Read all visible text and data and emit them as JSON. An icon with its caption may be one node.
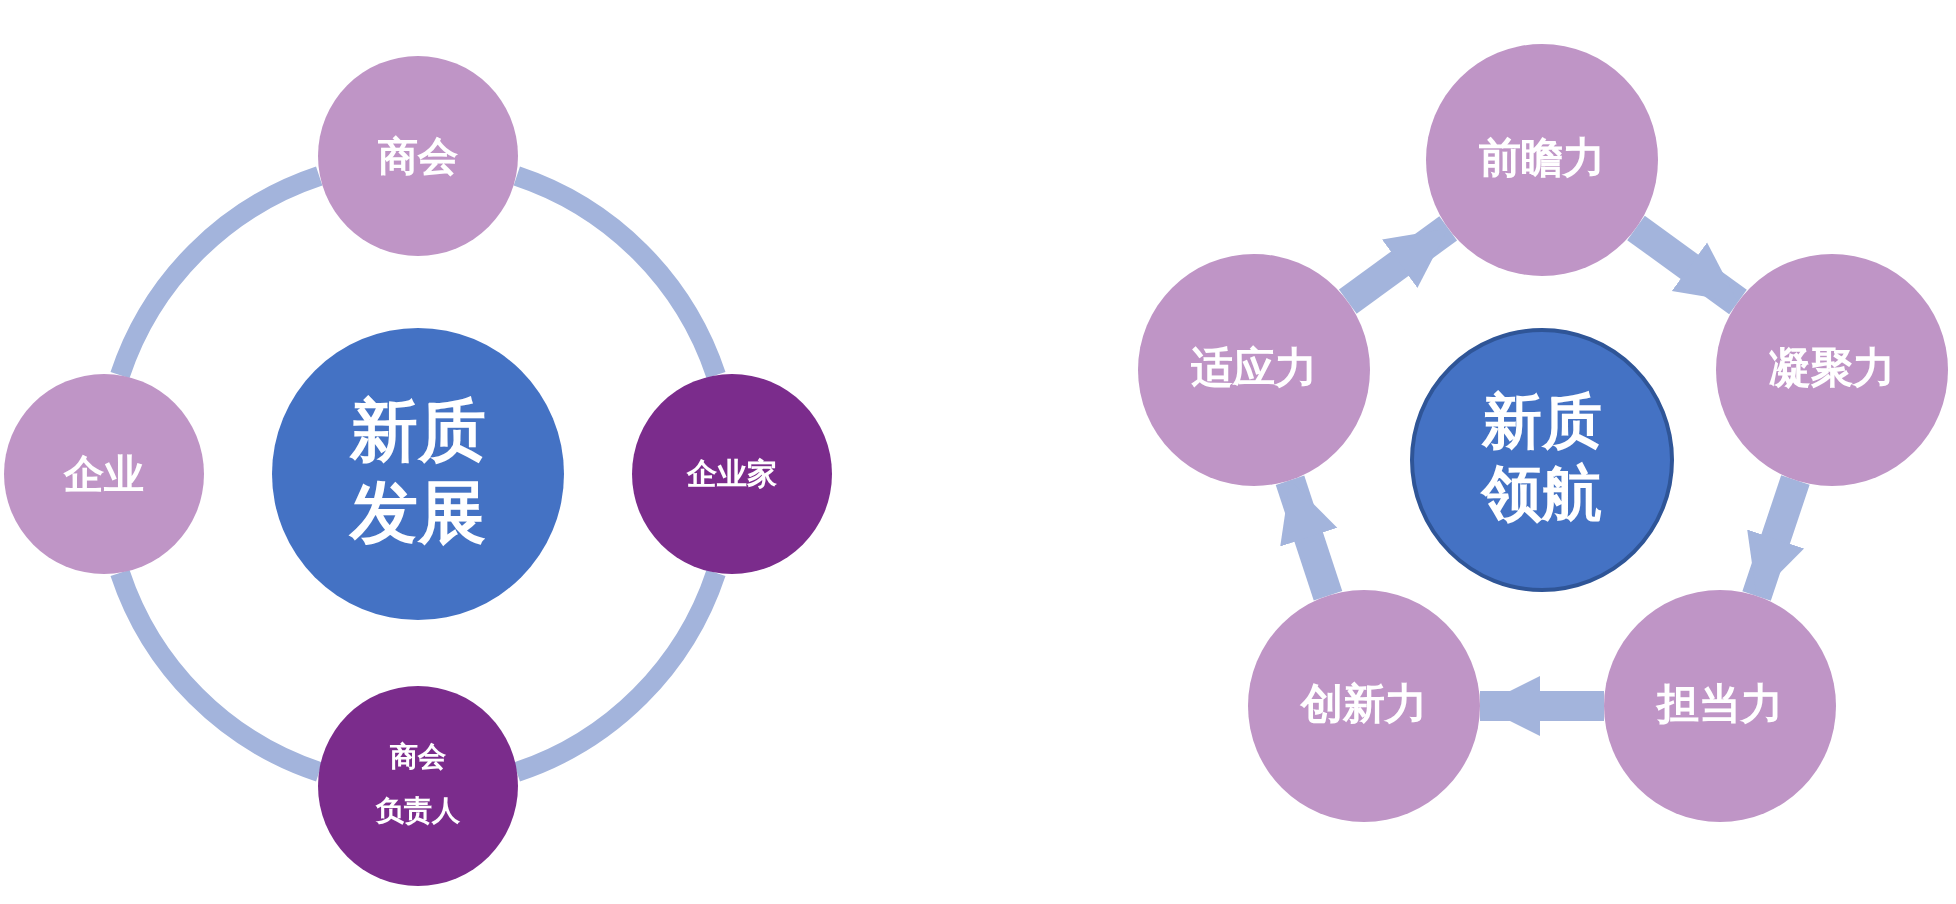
{
  "diagram": {
    "nodes": [
      {
        "text": [
          "新质发展"
        ]
      },
      {
        "text": [
          "商会"
        ]
      },
      {
        "text": [
          "企业家"
        ]
      },
      {
        "text": [
          "商会",
          "负责人"
        ]
      },
      {
        "text": [
          "企业"
        ]
      },
      {
        "text": [
          "新质领航"
        ]
      },
      {
        "text": [
          "前瞻力"
        ]
      },
      {
        "text": [
          "凝聚力"
        ]
      },
      {
        "text": [
          "担当力"
        ]
      },
      {
        "text": [
          "创新力"
        ]
      },
      {
        "text": [
          "适应力"
        ]
      }
    ],
    "edges": [
      {
        "from": 1,
        "to": 2,
        "arrow": "none"
      },
      {
        "from": 2,
        "to": 3,
        "arrow": "none"
      },
      {
        "from": 3,
        "to": 4,
        "arrow": "none"
      },
      {
        "from": 4,
        "to": 1,
        "arrow": "none"
      },
      {
        "from": 10,
        "to": 6,
        "arrow": "to"
      },
      {
        "from": 6,
        "to": 7,
        "arrow": "to"
      },
      {
        "from": 7,
        "to": 8,
        "arrow": "to"
      },
      {
        "from": 8,
        "to": 9,
        "arrow": "to"
      },
      {
        "from": 9,
        "to": 10,
        "arrow": "to"
      }
    ]
  }
}
